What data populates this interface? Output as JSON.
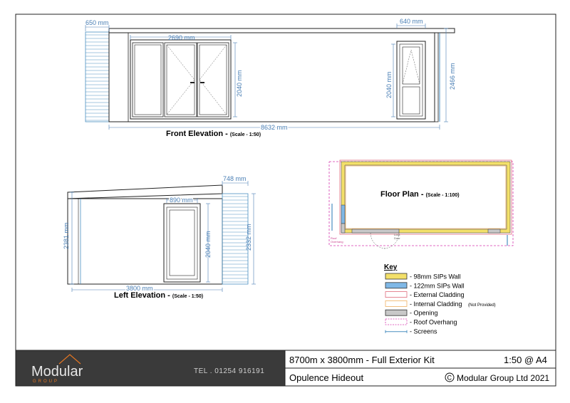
{
  "elevations": {
    "front": {
      "title": "Front Elevation - ",
      "scale": "(Scale - 1:50)",
      "dims": {
        "overhang": "650 mm",
        "doors_width": "2690 mm",
        "doors_height": "2040 mm",
        "window_width": "640 mm",
        "window_height": "2040 mm",
        "overall_height": "2466 mm",
        "overall_width": "8632 mm"
      }
    },
    "left": {
      "title": "Left Elevation - ",
      "scale": "(Scale - 1:50)",
      "dims": {
        "overhang": "748 mm",
        "door_width": "890 mm",
        "door_height": "2040 mm",
        "height_front": "2381 mm",
        "height_back": "2332 mm",
        "width": "3800 mm"
      }
    }
  },
  "floor_plan": {
    "title": "Floor Plan - ",
    "scale": "(Scale - 1:100)",
    "overhang_note_1": "Roof",
    "overhang_note_2": "Overhang",
    "door_note_1": "Lock",
    "door_note_2": "Door"
  },
  "key": {
    "heading": "Key",
    "items": [
      {
        "label": "- 98mm SIPs Wall",
        "note": "",
        "fill": "#f3e06a",
        "stroke": "#333333",
        "dashed": false
      },
      {
        "label": "- 122mm SIPs Wall",
        "note": "",
        "fill": "#7fb8e6",
        "stroke": "#333333",
        "dashed": false
      },
      {
        "label": "- External Cladding",
        "note": "",
        "fill": "#ffffff",
        "stroke": "#e06a7a",
        "dashed": false
      },
      {
        "label": "- Internal Cladding",
        "note": "(Not Provided)",
        "fill": "#ffffff",
        "stroke": "#f0b060",
        "dashed": false
      },
      {
        "label": "- Opening",
        "note": "",
        "fill": "#c8c8c8",
        "stroke": "#333333",
        "dashed": false
      },
      {
        "label": "- Roof Overhang",
        "note": "",
        "fill": "#ffffff",
        "stroke": "#d63ab0",
        "dashed": true
      },
      {
        "label": "- Screens",
        "note": "",
        "fill": "none",
        "stroke": "#4a8fc0",
        "dashed": false
      }
    ]
  },
  "title_block": {
    "logo_text": "Modular",
    "logo_sub": "GROUP",
    "tel": "TEL . 01254 916191",
    "product": "8700m x 3800mm - Full Exterior Kit",
    "scale": "1:50 @ A4",
    "name": "Opulence Hideout",
    "copyright_symbol": "C",
    "copyright": "Modular Group Ltd 2021"
  },
  "colors": {
    "dimension": "#4a7fb5",
    "logo_accent": "#e87722",
    "title_dark": "#3a3a3a"
  }
}
